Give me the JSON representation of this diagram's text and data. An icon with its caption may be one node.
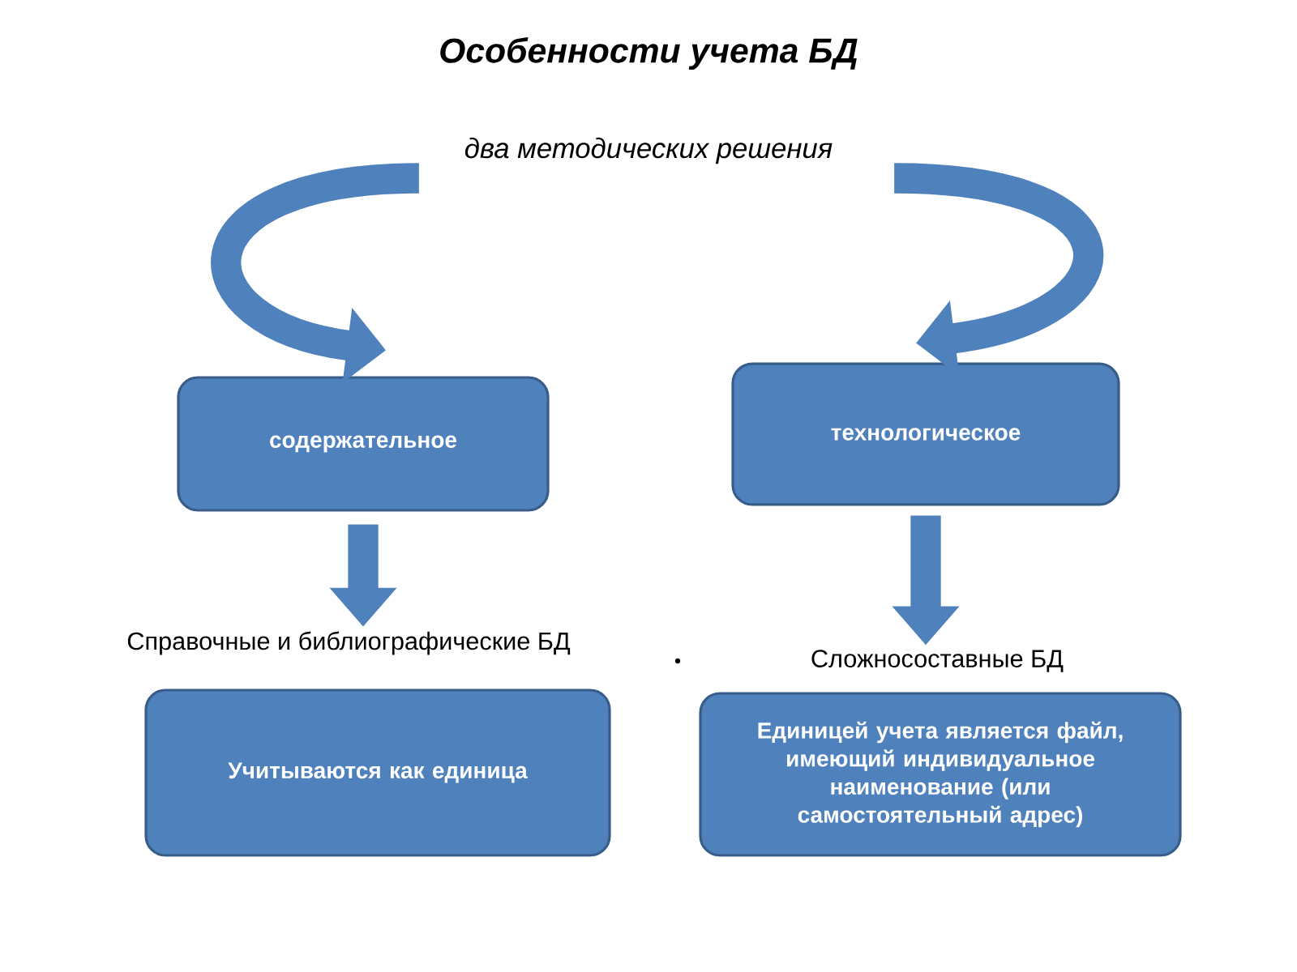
{
  "diagram": {
    "title": "Особенности учета БД",
    "nodes": [
      {
        "text": [
          "два методических решения"
        ]
      },
      {
        "text": [
          "содержательное"
        ]
      },
      {
        "text": [
          "технологическое"
        ]
      },
      {
        "text": [
          "Справочные и библиографические БД"
        ]
      },
      {
        "text": [
          "Сложносоставные БД"
        ]
      },
      {
        "text": [
          "Учитываются как единица"
        ]
      },
      {
        "text": [
          "Единицей учета является файл, имеющий индивидуальное наименование (или самостоятельный адрес)"
        ]
      }
    ],
    "edges": [
      {
        "from": 0,
        "to": 1,
        "arrow": "to"
      },
      {
        "from": 0,
        "to": 2,
        "arrow": "to"
      },
      {
        "from": 1,
        "to": 3,
        "arrow": "to"
      },
      {
        "from": 2,
        "to": 4,
        "arrow": "to"
      }
    ]
  }
}
